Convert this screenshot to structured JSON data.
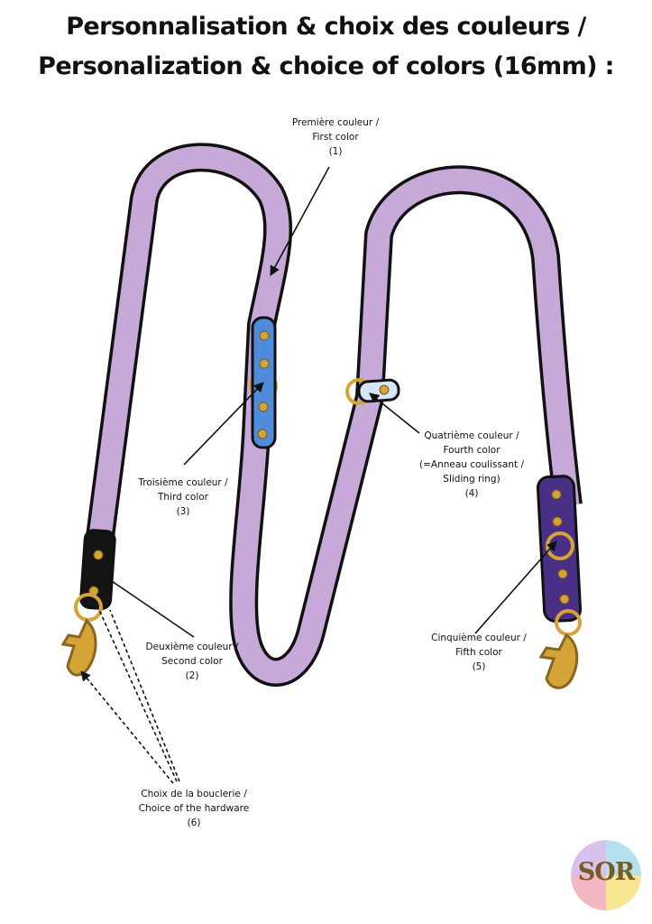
{
  "title": {
    "line1": "Personnalisation & choix des couleurs /",
    "line2": "Personalization & choice of colors (16mm) :"
  },
  "labels": {
    "first": {
      "fr": "Première couleur /",
      "en": "First color",
      "num": "(1)"
    },
    "second": {
      "fr": "Deuxième couleur /",
      "en": "Second color",
      "num": "(2)"
    },
    "third": {
      "fr": "Troisième couleur /",
      "en": "Third color",
      "num": "(3)"
    },
    "fourth": {
      "fr": "Quatrième couleur /",
      "en": "Fourth color",
      "sub1": "(=Anneau coulissant /",
      "sub2": "Sliding ring)",
      "num": "(4)"
    },
    "fifth": {
      "fr": "Cinquième couleur /",
      "en": "Fifth color",
      "num": "(5)"
    },
    "sixth": {
      "fr": "Choix de la bouclerie /",
      "en": "Choice of the hardware",
      "num": "(6)"
    }
  },
  "logo": {
    "text": "SOR"
  },
  "colors": {
    "first": "#c6a9d9",
    "second": "#141414",
    "third": "#4e8cdb",
    "fourth": "#d4e6f8",
    "fifth": "#4a2f86",
    "hardware": "#d4a437",
    "outline": "#111111"
  }
}
